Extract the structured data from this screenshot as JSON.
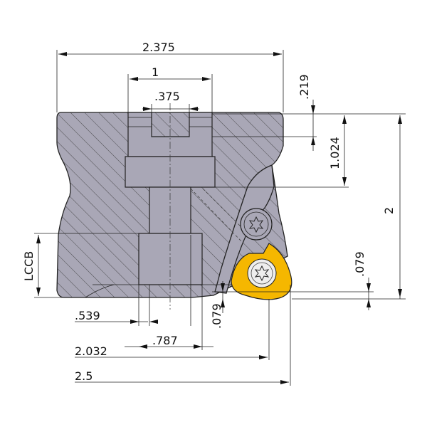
{
  "drawing": {
    "dimensions": {
      "overall_diameter": "2.375",
      "slot_outer_width": "1",
      "key_slot_width": ".375",
      "slot_depth": ".219",
      "bore_depth": "1.024",
      "height": "2",
      "insert_protrusion_right": ".079",
      "lccb": "LCCB",
      "dim_539": ".539",
      "dim_787": ".787",
      "dim_2032": "2.032",
      "dim_25": "2.5",
      "insert_protrusion_bottom": ".079"
    },
    "colors": {
      "body": "#a9a7b6",
      "insert": "#f5b700",
      "line": "#222222"
    }
  }
}
